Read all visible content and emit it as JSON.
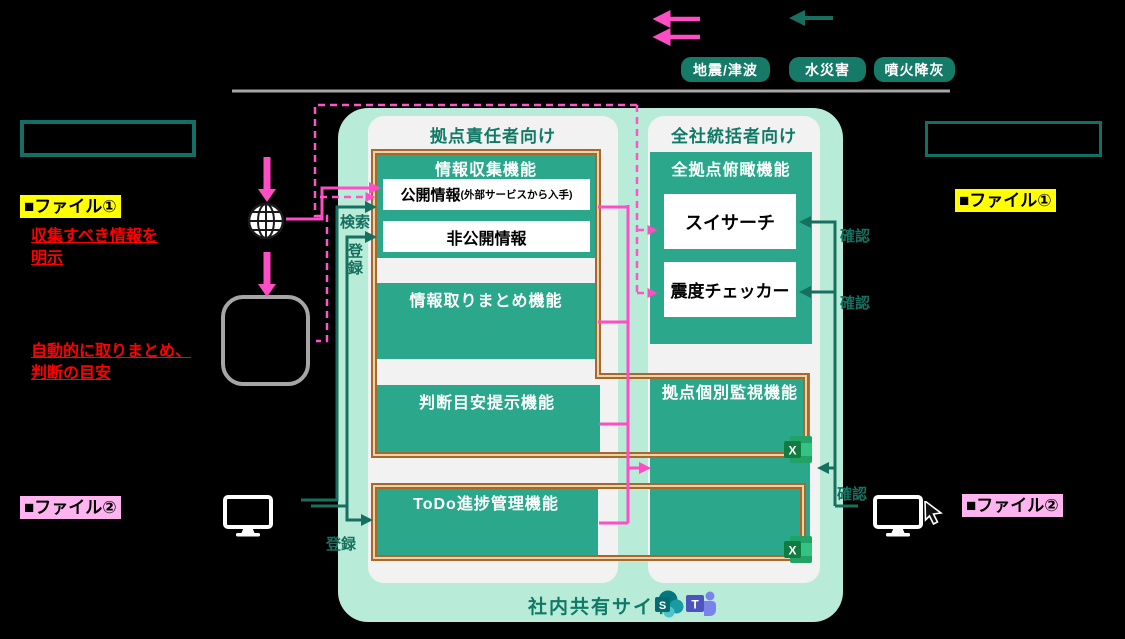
{
  "palette": {
    "background": "#000000",
    "accent_pink": "#ff4dc5",
    "accent_teal": "#17705f",
    "box_green": "#2ba78c",
    "container_mint": "#b9ebd9",
    "panel_gray": "#f2f2f2",
    "connector_brown": "#a9682a",
    "note_red": "#ff0000",
    "highlight_yellow": "#ffff00",
    "highlight_pink": "#ffb3ef",
    "divider_gray": "#a6a6a6"
  },
  "disaster_tags": {
    "items": [
      "地震/津波",
      "水災害",
      "噴火降灰"
    ]
  },
  "left_side": {
    "file1_label": "■ファイル①",
    "file1_note": {
      "line1": "収集すべき情報を",
      "line2": "明示"
    },
    "auto_note": {
      "line1": "自動的に取りまとめ、",
      "line2": "判断の目安"
    },
    "file2_label": "■ファイル②"
  },
  "right_side": {
    "file1_label": "■ファイル①",
    "file2_label": "■ファイル②"
  },
  "flow_labels": {
    "search": "検索",
    "register": "登録",
    "register_bottom": "登録",
    "confirm": "確認"
  },
  "site_manager_panel": {
    "title": "拠点責任者向け",
    "info_collect": {
      "title": "情報収集機能",
      "public_info": "公開情報",
      "public_info_note": "(外部サービスから入手)",
      "private_info": "非公開情報"
    },
    "aggregate": {
      "title": "情報取りまとめ機能"
    },
    "judgement": {
      "title": "判断目安提示機能"
    },
    "todo": {
      "title": "ToDo進捗管理機能"
    }
  },
  "hq_panel": {
    "title": "全社統括者向け",
    "overview": {
      "title": "全拠点俯瞰機能",
      "suisearch": "スイサーチ",
      "shindo_checker": "震度チェッカー"
    },
    "site_monitor": {
      "title": "拠点個別監視機能"
    }
  },
  "footer": {
    "shared_site_label": "社内共有サイト"
  },
  "icons": {
    "excel_letter": "X",
    "sharepoint_letter": "S",
    "teams_letter": "T",
    "names": [
      "globe-icon",
      "monitor-icon",
      "cursor-icon",
      "excel-icon",
      "sharepoint-icon",
      "teams-icon"
    ]
  }
}
